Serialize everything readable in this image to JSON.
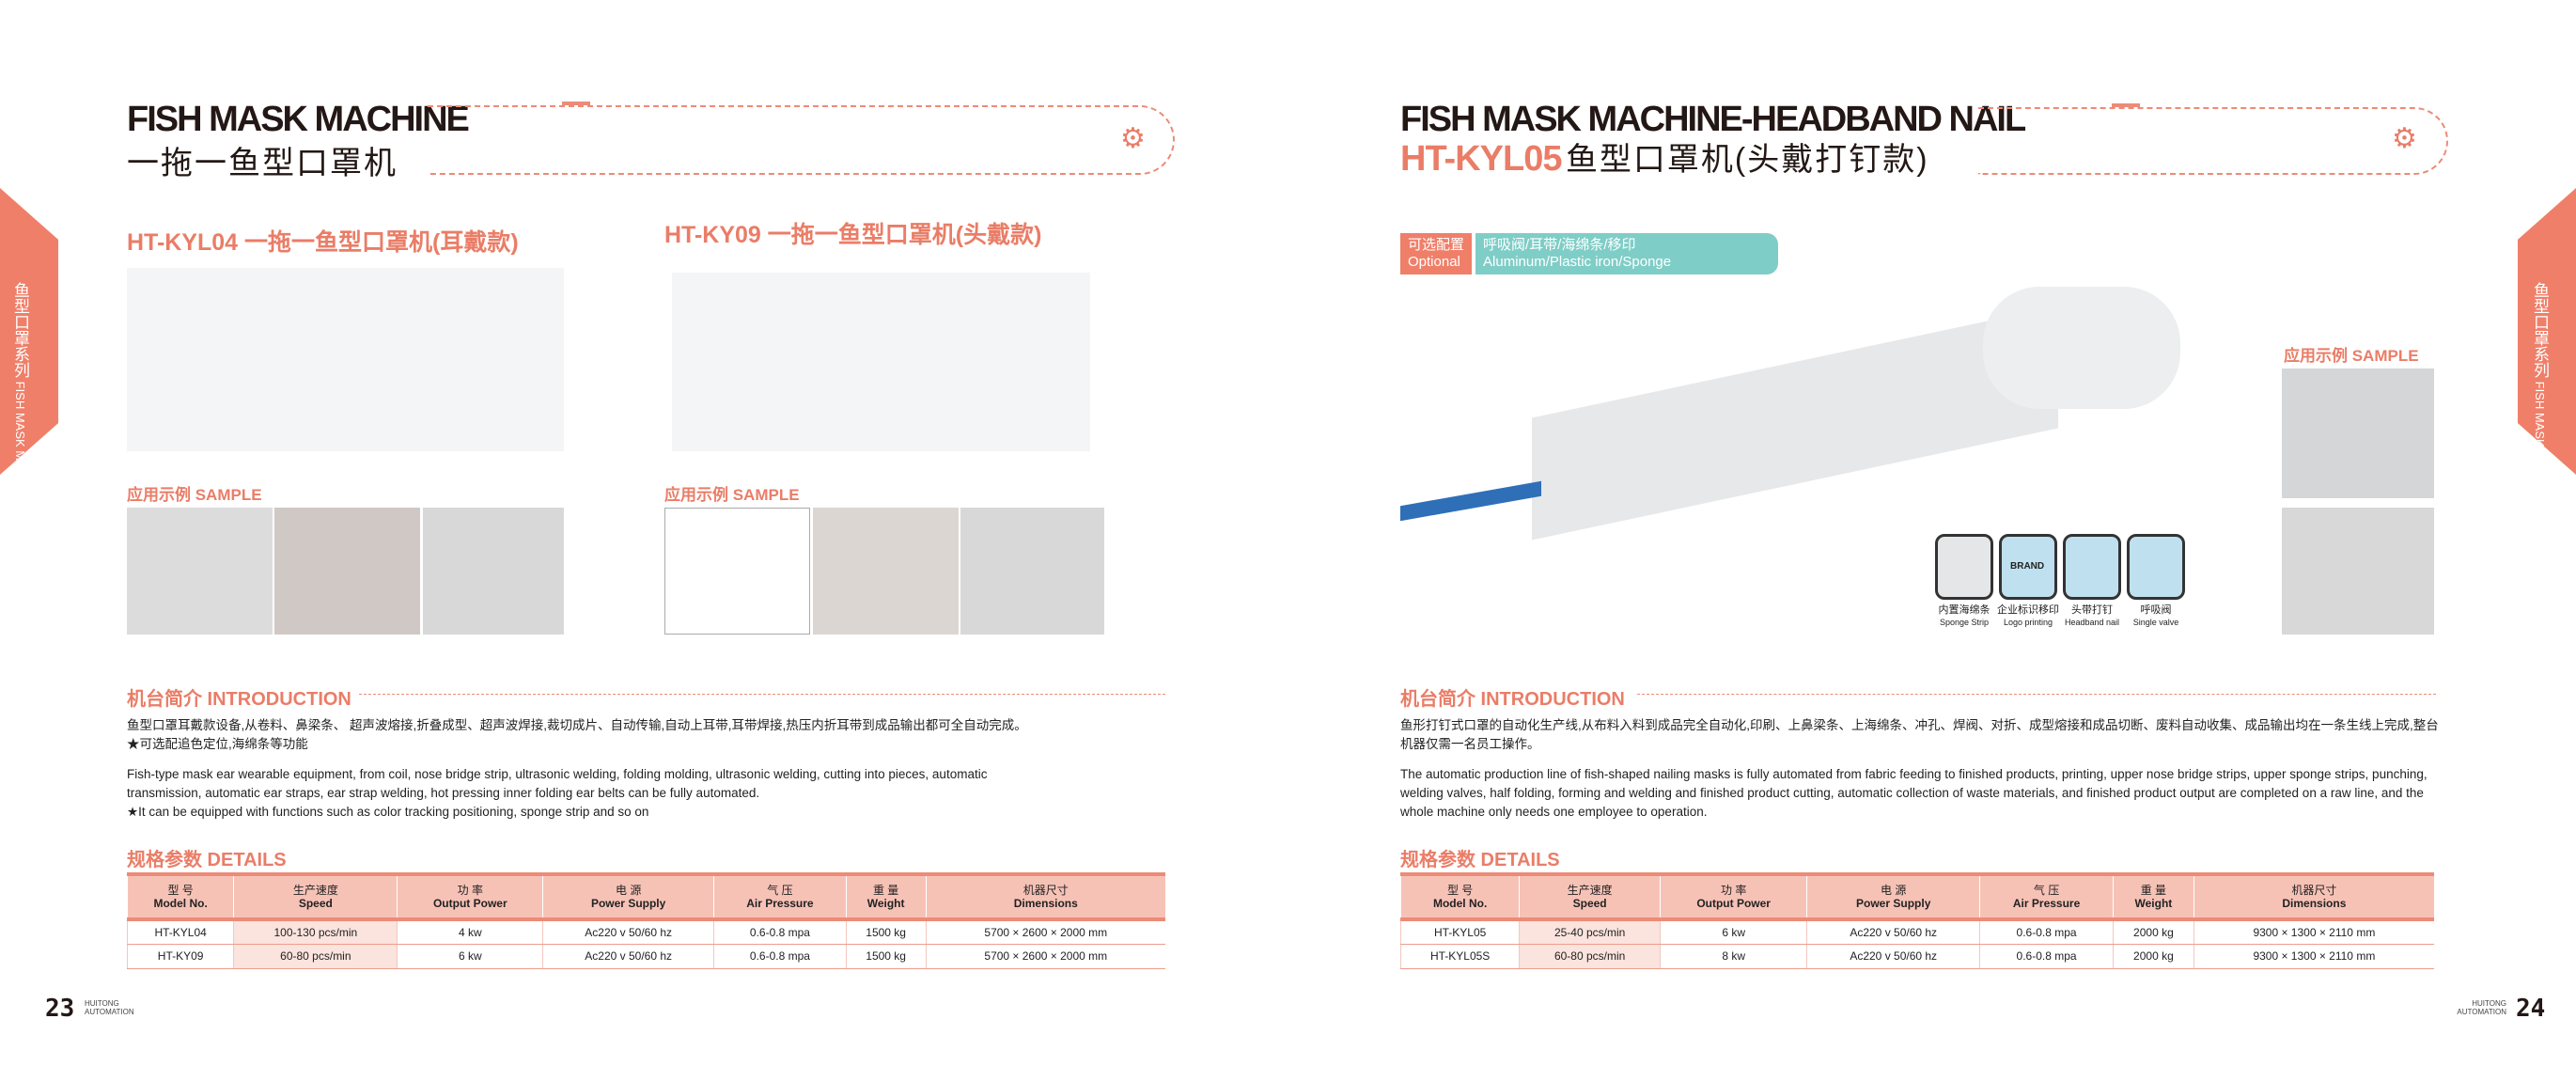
{
  "side_tab": {
    "cn": "鱼型口罩系列",
    "en": "FISH MASK MACHINE"
  },
  "left": {
    "title": "FISH MASK MACHINE",
    "title_cn": "一拖一鱼型口罩机",
    "models": [
      {
        "heading": "HT-KYL04 一拖一鱼型口罩机(耳戴款)",
        "sample_label": "应用示例 SAMPLE"
      },
      {
        "heading": "HT-KY09 一拖一鱼型口罩机(头戴款)",
        "sample_label": "应用示例 SAMPLE"
      }
    ],
    "intro_heading": "机台简介 INTRODUCTION",
    "intro_cn": "鱼型口罩耳戴款设备,从卷料、鼻梁条、 超声波熔接,折叠成型、超声波焊接,裁切成片、自动传输,自动上耳带,耳带焊接,热压内折耳带到成品输出都可全自动完成。",
    "intro_cn_star": "★可选配追色定位,海绵条等功能",
    "intro_en": "Fish-type mask ear wearable equipment, from coil, nose bridge strip, ultrasonic welding, folding molding, ultrasonic welding, cutting into pieces, automatic transmission, automatic ear straps, ear strap welding, hot pressing inner folding ear belts can be fully automated.",
    "intro_en_star": "★It can be equipped with functions such as color tracking positioning, sponge strip and so on",
    "details_heading": "规格参数 DETAILS",
    "rows": [
      [
        "HT-KYL04",
        "100-130 pcs/min",
        "4 kw",
        "Ac220 v    50/60 hz",
        "0.6-0.8 mpa",
        "1500 kg",
        "5700 × 2600 × 2000 mm"
      ],
      [
        "HT-KY09",
        "60-80 pcs/min",
        "6 kw",
        "Ac220 v    50/60 hz",
        "0.6-0.8 mpa",
        "1500 kg",
        "5700 × 2600 × 2000 mm"
      ]
    ],
    "page_number": "23"
  },
  "table_headers": [
    {
      "cn": "型 号",
      "en": "Model No."
    },
    {
      "cn": "生产速度",
      "en": "Speed"
    },
    {
      "cn": "功 率",
      "en": "Output Power"
    },
    {
      "cn": "电 源",
      "en": "Power Supply"
    },
    {
      "cn": "气 压",
      "en": "Air Pressure"
    },
    {
      "cn": "重 量",
      "en": "Weight"
    },
    {
      "cn": "机器尺寸",
      "en": "Dimensions"
    }
  ],
  "brand": {
    "line1": "HUITONG",
    "line2": "AUTOMATION"
  },
  "right": {
    "title": "FISH MASK MACHINE-HEADBAND NAIL",
    "model": "HT-KYL05",
    "title_cn": "鱼型口罩机(头戴打钉款)",
    "optional": {
      "label_cn": "可选配置",
      "label_en": "Optional",
      "value_cn": "呼吸阀/耳带/海绵条/移印",
      "value_en": "Aluminum/Plastic iron/Sponge"
    },
    "features": [
      {
        "cn": "内置海绵条",
        "en": "Sponge Strip"
      },
      {
        "cn": "企业标识移印",
        "en": "Logo printing"
      },
      {
        "cn": "头带打钉",
        "en": "Headband nail"
      },
      {
        "cn": "呼吸阀",
        "en": "Single valve"
      }
    ],
    "feature_logo_text": "BRAND",
    "sample_label": "应用示例 SAMPLE",
    "intro_heading": "机台简介 INTRODUCTION",
    "intro_cn": "鱼形打钉式口罩的自动化生产线,从布料入料到成品完全自动化,印刷、上鼻梁条、上海绵条、冲孔、焊阀、对折、成型熔接和成品切断、废料自动收集、成品输出均在一条生线上完成,整台机器仅需一名员工操作。",
    "intro_en": "The automatic production line of fish-shaped nailing masks is fully automated from fabric feeding to finished products, printing, upper nose bridge strips, upper sponge strips, punching, welding valves, half folding, forming and welding and finished product cutting, automatic collection of waste materials, and finished product output are completed on a raw line, and the whole machine only needs one employee to operation.",
    "details_heading": "规格参数 DETAILS",
    "rows": [
      [
        "HT-KYL05",
        "25-40 pcs/min",
        "6 kw",
        "Ac220 v    50/60 hz",
        "0.6-0.8 mpa",
        "2000 kg",
        "9300 × 1300 × 2110 mm"
      ],
      [
        "HT-KYL05S",
        "60-80 pcs/min",
        "8 kw",
        "Ac220 v    50/60 hz",
        "0.6-0.8 mpa",
        "2000 kg",
        "9300 × 1300 × 2110 mm"
      ]
    ],
    "page_number": "24"
  }
}
